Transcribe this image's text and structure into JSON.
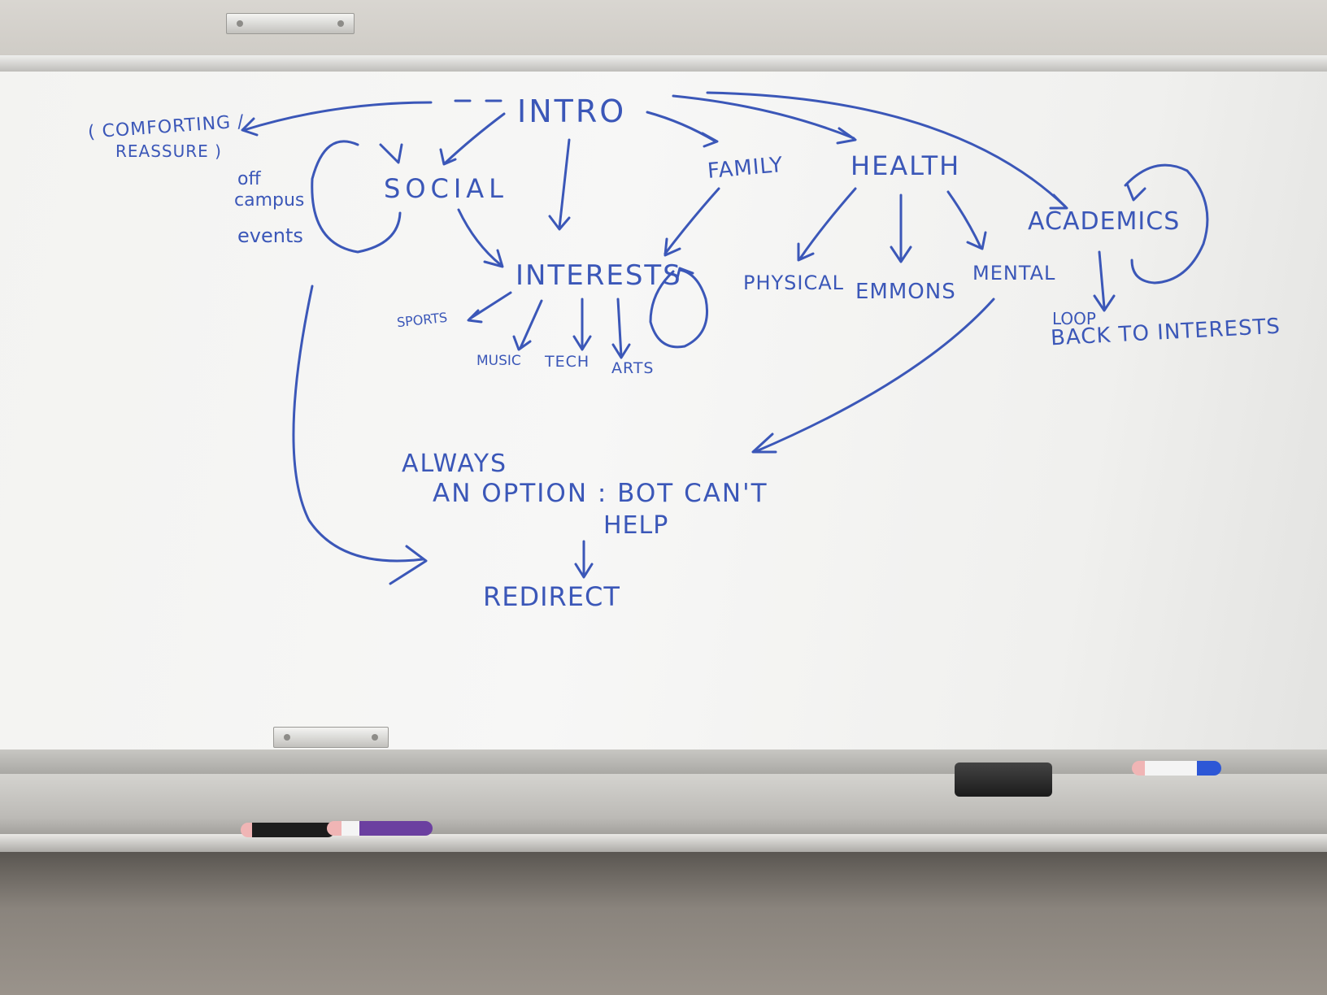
{
  "whiteboard": {
    "nodes": {
      "intro": "INTRO",
      "comforting": "( COMFORTING /",
      "reassure": "REASSURE )",
      "off": "off",
      "campus": "campus",
      "events": "events",
      "social": "SOCIAL",
      "family": "FAMILY",
      "health": "HEALTH",
      "academics": "ACADEMICS",
      "interests": "INTERESTS",
      "sports": "SPORTS",
      "music": "MUSIC",
      "tech": "TECH",
      "arts": "ARTS",
      "physical": "PHYSICAL",
      "emmons": "EMMONS",
      "mental": "MENTAL",
      "loop": "LOOP",
      "back_to_interests": "BACK TO INTERESTS",
      "always": "ALWAYS",
      "an_option": "AN OPTION : BOT CAN'T",
      "help": "HELP",
      "redirect": "REDIRECT"
    }
  },
  "colors": {
    "ink": "#3b57b8",
    "board": "#f5f5f3"
  },
  "tray_items": [
    "eraser-icon",
    "blue-marker-icon",
    "black-marker-icon",
    "purple-marker-icon"
  ]
}
